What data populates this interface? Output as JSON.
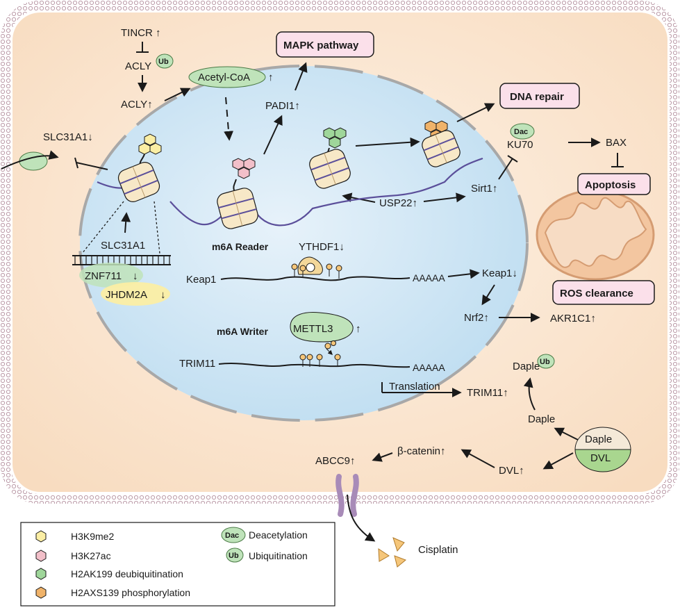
{
  "nodes": {
    "tincr": "TINCR ↑",
    "acly_top": "ACLY",
    "acly": "ACLY↑",
    "acetyl_coa": "Acetyl-CoA",
    "up": "↑",
    "down": "↓",
    "mapk": "MAPK pathway",
    "padi1": "PADI1↑",
    "dna_repair": "DNA repair",
    "slc31a1_mem": "SLC31A1↓",
    "ku70": "KU70",
    "bax": "BAX",
    "sirt1": "Sirt1↑",
    "usp22": "USP22↑",
    "apoptosis": "Apoptosis",
    "slc31a1_gene": "SLC31A1",
    "znf711": "ZNF711",
    "jhdm2a": "JHDM2A",
    "m6a_reader": "m6A Reader",
    "ythdf1": "YTHDF1↓",
    "keap1_left": "Keap1",
    "polya_1": "AAAAA",
    "keap1_right": "Keap1↓",
    "ros": "ROS clearance",
    "nrf2": "Nrf2↑",
    "akr1c1": "AKR1C1↑",
    "m6a_writer": "m6A Writer",
    "mettl3": "METTL3",
    "trim11_left": "TRIM11",
    "polya_2": "AAAAA",
    "daple_ub": "Daple",
    "translation": "Translation",
    "trim11_right": "TRIM11↑",
    "daple_mid": "Daple",
    "daple_complex": "Daple",
    "dvl_complex": "DVL",
    "b_catenin": "β-catenin↑",
    "abcc9": "ABCC9↑",
    "dvl": "DVL↑",
    "cisplatin": "Cisplatin"
  },
  "badges": {
    "ub": "Ub",
    "dac": "Dac"
  },
  "legend": {
    "items": [
      {
        "label": "H3K9me2",
        "color": "#fbeea4"
      },
      {
        "label": "H3K27ac",
        "color": "#f2bfc9"
      },
      {
        "label": "H2AK199 deubiquitination",
        "color": "#9fd69a"
      },
      {
        "label": "H2AXS139 phosphorylation",
        "color": "#f0b36a"
      }
    ],
    "dac_label": "Deacetylation",
    "ub_label": "Ubiquitination"
  },
  "colors": {
    "cell_fill": "#fbe6d1",
    "nucleus_fill": "#d3e8f5",
    "box_fill": "#fbe0ea",
    "green_badge": "#bfe3ba",
    "membrane_dot": "#c9a7b4"
  }
}
